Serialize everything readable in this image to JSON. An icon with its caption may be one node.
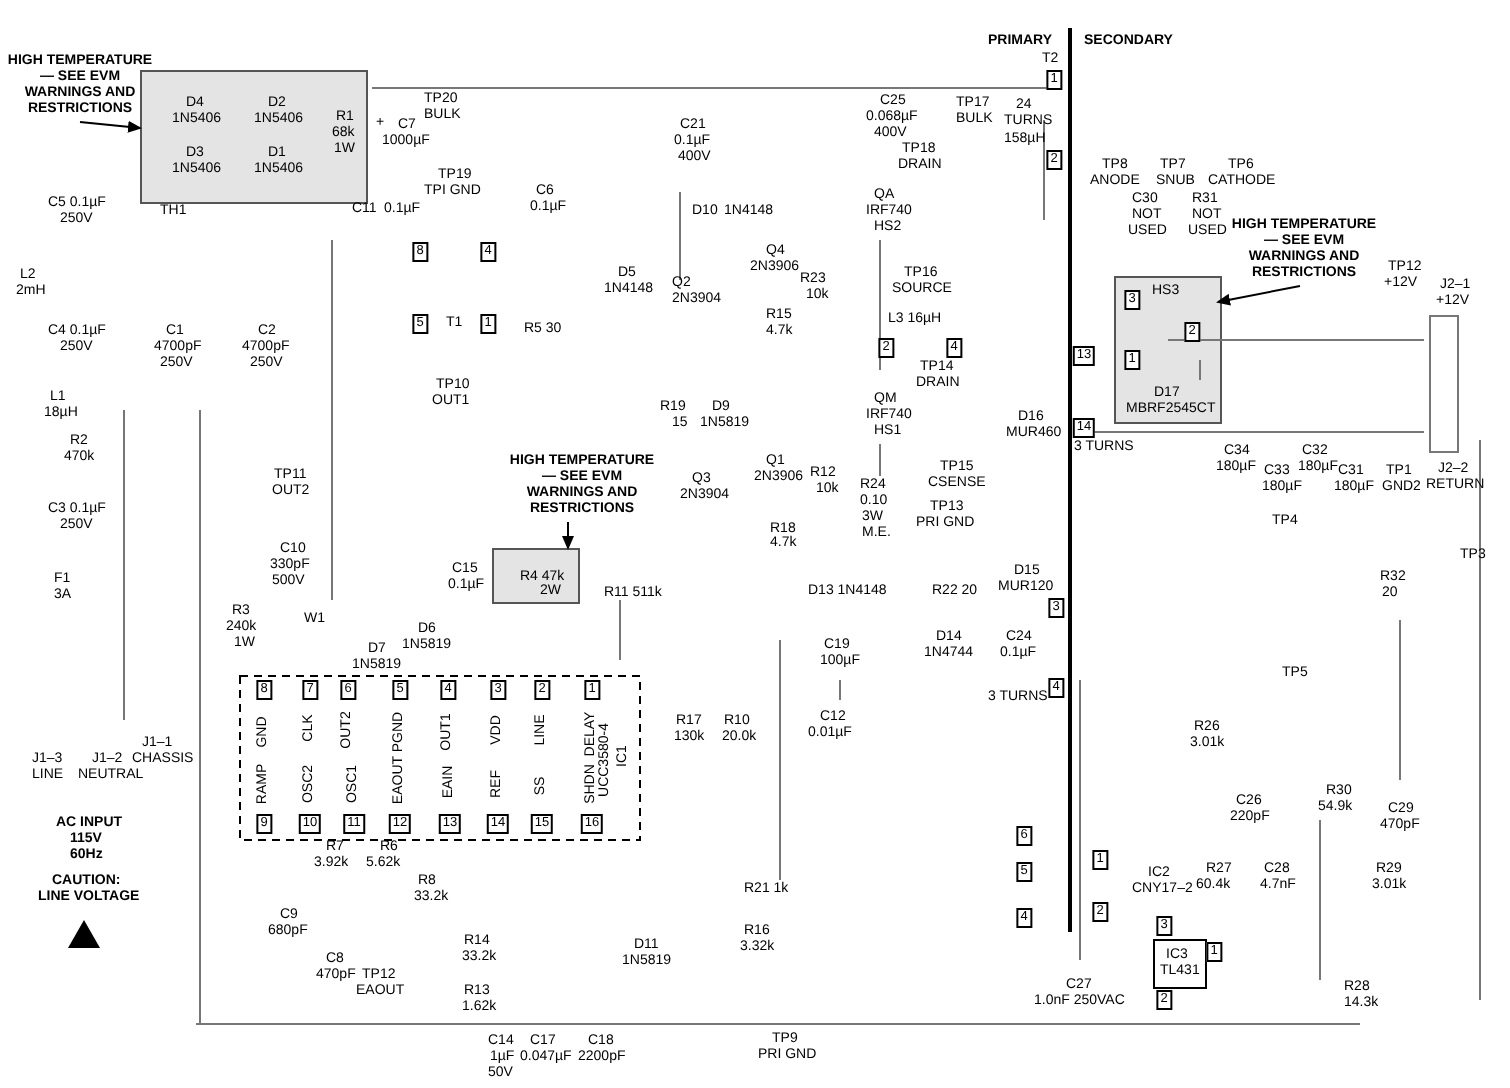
{
  "diagram": {
    "nodes": [
      {
        "text": [
          "HIGH TEMPERATURE— SEE EVM WARNINGS AND RESTRICTIONS"
        ]
      },
      {
        "text": [],
        "shape": "box"
      },
      {
        "text": [
          "HIGH TEMPERATURE— SEE EVM WARNINGS AND RESTRICTIONS"
        ]
      },
      {
        "text": [],
        "shape": "box"
      },
      {
        "text": [
          "HIGH TEMPERATURE— SEE EVM WARNINGS AND RESTRICTIONS"
        ]
      },
      {
        "text": [],
        "shape": "box"
      }
    ],
    "edges": [
      {
        "from": 0,
        "to": 1,
        "arrow": "to"
      },
      {
        "from": 2,
        "to": 3,
        "arrow": "to"
      },
      {
        "from": 4,
        "to": 5,
        "arrow": "to"
      }
    ],
    "labels": [
      "PRIMARY",
      "SECONDARY",
      "T2",
      "D4",
      "1N5406",
      "D2",
      "1N5406",
      "R1",
      "68k",
      "1W",
      "+",
      "C7",
      "1000µF",
      "TP20",
      "BULK",
      "D3",
      "1N5406",
      "D1",
      "1N5406",
      "TP19",
      "TPI GND",
      "C21",
      "0.1µF",
      "400V",
      "1",
      "C25",
      "0.068µF",
      "400V",
      "TP17",
      "BULK",
      "24",
      "TURNS",
      "158µH",
      "TP18",
      "DRAIN",
      "2",
      "TP8",
      "ANODE",
      "TP7",
      "SNUB",
      "TP6",
      "CATHODE",
      "C5 0.1µF",
      "250V",
      "TH1",
      "C11",
      "0.1µF",
      "C6",
      "0.1µF",
      "D10",
      "1N4148",
      "QA",
      "IRF740",
      "HS2",
      "C30",
      "NOT",
      "USED",
      "R31",
      "NOT",
      "USED",
      "8",
      "4",
      "L2",
      "2mH",
      "D5",
      "1N4148",
      "Q4",
      "2N3906",
      "Q2",
      "2N3904",
      "TP16",
      "SOURCE",
      "R23",
      "10k",
      "R15",
      "4.7k",
      "HS3",
      "3",
      "TP12",
      "+12V",
      "J2–1",
      "+12V",
      "L3  16µH",
      "5",
      "T1",
      "1",
      "R5  30",
      "2",
      "4",
      "2",
      "C4 0.1µF",
      "250V",
      "C1",
      "4700pF",
      "250V",
      "C2",
      "4700pF",
      "250V",
      "TP14",
      "DRAIN",
      "13",
      "1",
      "TP10",
      "OUT1",
      "L1",
      "18µH",
      "QM",
      "IRF740",
      "HS1",
      "R19",
      "15",
      "D9",
      "1N5819",
      "D16",
      "MUR460",
      "D17",
      "MBRF2545CT",
      "14",
      "3 TURNS",
      "R2",
      "470k",
      "C34",
      "C32",
      "180µF",
      "C33",
      "180µF",
      "C31",
      "TP1",
      "J2–2",
      "180µF",
      "180µF",
      "GND2",
      "RETURN",
      "R12",
      "10k",
      "Q1",
      "2N3906",
      "R24",
      "0.10",
      "3W",
      "M.E.",
      "TP15",
      "CSENSE",
      "TP13",
      "PRI GND",
      "TP11",
      "OUT2",
      "Q3",
      "2N3904",
      "C3 0.1µF",
      "250V",
      "TP4",
      "R18",
      "C10",
      "4.7k",
      "330pF",
      "500V",
      "TP3",
      "F1",
      "3A",
      "C15",
      "0.1µF",
      "R4  47k",
      "2W",
      "R11 511k",
      "D13 1N4148",
      "R22  20",
      "D15",
      "MUR120",
      "R32",
      "20",
      "R3",
      "240k",
      "1W",
      "W1",
      "D6",
      "1N5819",
      "3",
      "D14",
      "1N4744",
      "C24",
      "0.1µF",
      "C19",
      "100µF",
      "D7",
      "1N5819",
      "TP5",
      "8",
      "7",
      "6",
      "5",
      "4",
      "3",
      "2",
      "1",
      "3 TURNS",
      "4",
      "GND",
      "CLK",
      "OUT2",
      "PGND",
      "OUT1",
      "VDD",
      "LINE",
      "DELAY",
      "UCC3580-4",
      "IC1",
      "RAMP",
      "OSC2",
      "OSC1",
      "EAOUT",
      "EAIN",
      "REF",
      "SS",
      "SHDN",
      "9",
      "10",
      "11",
      "12",
      "13",
      "14",
      "15",
      "16",
      "C12",
      "0.01µF",
      "R17",
      "130k",
      "R10",
      "20.0k",
      "R26",
      "3.01k",
      "J1–3",
      "LINE",
      "J1–2",
      "NEUTRAL",
      "J1–1",
      "CHASSIS",
      "AC INPUT",
      "115V",
      "60Hz",
      "6",
      "R30",
      "54.9k",
      "C26",
      "220pF",
      "C29",
      "470pF",
      "R7",
      "3.92k",
      "R6",
      "5.62k",
      "1",
      "R27",
      "60.4k",
      "C28",
      "4.7nF",
      "R29",
      "3.01k",
      "IC2",
      "CNY17–2",
      "5",
      "R8",
      "33.2k",
      "CAUTION:",
      "LINE VOLTAGE",
      "R21  1k",
      "C9",
      "680pF",
      "R16",
      "4",
      "2",
      "3",
      "3.32k",
      "R14",
      "33.2k",
      "D11",
      "1N5819",
      "IC3",
      "1",
      "TL431",
      "C8",
      "470pF",
      "TP12",
      "EAOUT",
      "R13",
      "1.62k",
      "C27",
      "1.0nF  250VAC",
      "2",
      "R28",
      "14.3k",
      "C14",
      "1µF",
      "50V",
      "C17",
      "0.047µF",
      "C18",
      "2200pF",
      "TP9",
      "PRI GND"
    ]
  }
}
